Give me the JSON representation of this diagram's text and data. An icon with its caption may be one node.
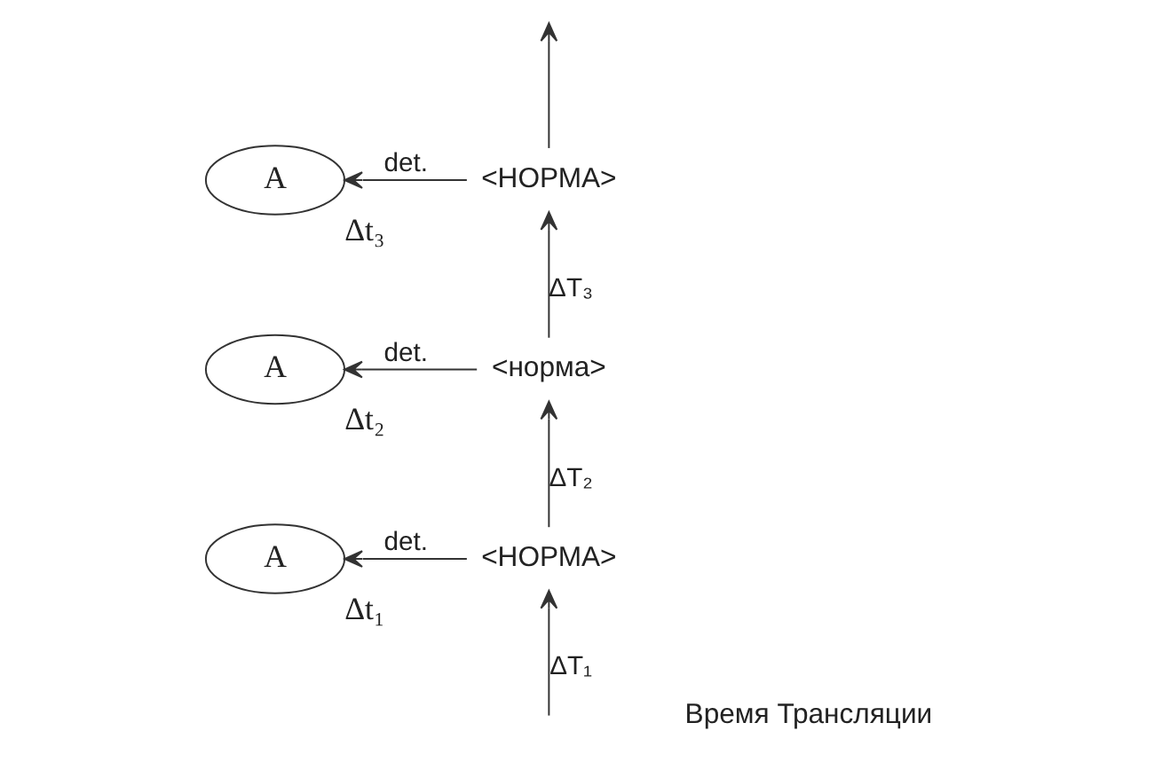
{
  "diagram": {
    "nodes": [
      {
        "text": [
          "A"
        ],
        "beside": [
          "Δt₃"
        ]
      },
      {
        "text": [
          "<НОРМА>"
        ]
      },
      {
        "text": [
          "A"
        ],
        "beside": [
          "Δt₂"
        ]
      },
      {
        "text": [
          "<норма>"
        ]
      },
      {
        "text": [
          "A"
        ],
        "beside": [
          "Δt₁"
        ]
      },
      {
        "text": [
          "<НОРМА>"
        ]
      }
    ],
    "edges": [
      {
        "from": 1,
        "to": 0,
        "arrow": "to",
        "label": "det."
      },
      {
        "from": 3,
        "to": 2,
        "arrow": "to",
        "label": "det."
      },
      {
        "from": 5,
        "to": 4,
        "arrow": "to",
        "label": "det."
      },
      {
        "from": null,
        "to": 5,
        "arrow": "to",
        "label": "ΔT₁"
      },
      {
        "from": 5,
        "to": 3,
        "arrow": "to",
        "label": "ΔT₂"
      },
      {
        "from": 3,
        "to": 1,
        "arrow": "to",
        "label": "ΔT₃"
      },
      {
        "from": 1,
        "to": null,
        "arrow": "to"
      }
    ],
    "labels": [
      "Время Трансляции"
    ]
  }
}
